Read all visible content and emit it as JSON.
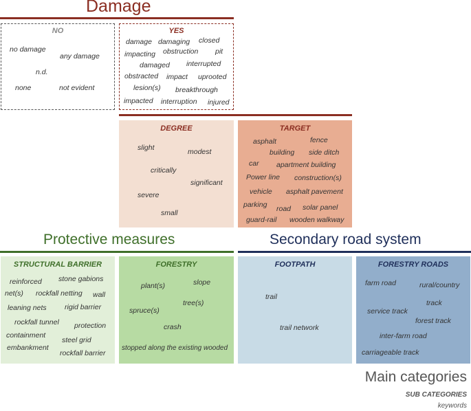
{
  "colors": {
    "damage": "#8b2e22",
    "protective": "#3f6f2a",
    "secondary": "#1f2f5a",
    "degree_fill": "#f3dfd2",
    "target_fill": "#e8ad92",
    "structural_fill": "#e2efd9",
    "forestry_fill": "#b7dba3",
    "footpath_fill": "#c8dbe6",
    "forestry_roads_fill": "#92aecb"
  },
  "damage": {
    "title": "Damage",
    "no": {
      "title": "NO",
      "keywords": [
        "no damage",
        "any damage",
        "n.d.",
        "none",
        "not evident"
      ]
    },
    "yes": {
      "title": "YES",
      "keywords": [
        "damage",
        "damaging",
        "closed",
        "impacting",
        "obstruction",
        "pit",
        "damaged",
        "interrupted",
        "obstracted",
        "impact",
        "uprooted",
        "lesion(s)",
        "breakthrough",
        "impacted",
        "interruption",
        "injured"
      ]
    },
    "degree": {
      "title": "DEGREE",
      "keywords": [
        "slight",
        "modest",
        "critically",
        "significant",
        "severe",
        "small"
      ]
    },
    "target": {
      "title": "TARGET",
      "keywords": [
        "asphalt",
        "fence",
        "building",
        "side ditch",
        "car",
        "apartment building",
        "Power line",
        "construction(s)",
        "vehicle",
        "asphalt pavement",
        "parking",
        "road",
        "solar panel",
        "guard-rail",
        "wooden walkway"
      ]
    }
  },
  "protective": {
    "title": "Protective measures",
    "structural": {
      "title": "STRUCTURAL BARRIER",
      "keywords": [
        "reinforced",
        "stone gabions",
        "net(s)",
        "rockfall netting",
        "wall",
        "leaning nets",
        "rigid barrier",
        "rockfall tunnel",
        "protection",
        "containment",
        "steel grid",
        "embankment",
        "rockfall barrier"
      ]
    },
    "forestry": {
      "title": "FORESTRY",
      "keywords": [
        "plant(s)",
        "slope",
        "tree(s)",
        "spruce(s)",
        "crash",
        "stopped along the existing wooded"
      ]
    }
  },
  "secondary": {
    "title": "Secondary road system",
    "footpath": {
      "title": "FOOTPATH",
      "keywords": [
        "trail",
        "trail network"
      ]
    },
    "forestry_roads": {
      "title": "FORESTRY ROADS",
      "keywords": [
        "farm road",
        "rural/country",
        "track",
        "service track",
        "forest track",
        "inter-farm road",
        "carriageable track"
      ]
    }
  },
  "legend": {
    "main": "Main categories",
    "sub": "SUB CATEGORIES",
    "keywords": "keywords"
  }
}
